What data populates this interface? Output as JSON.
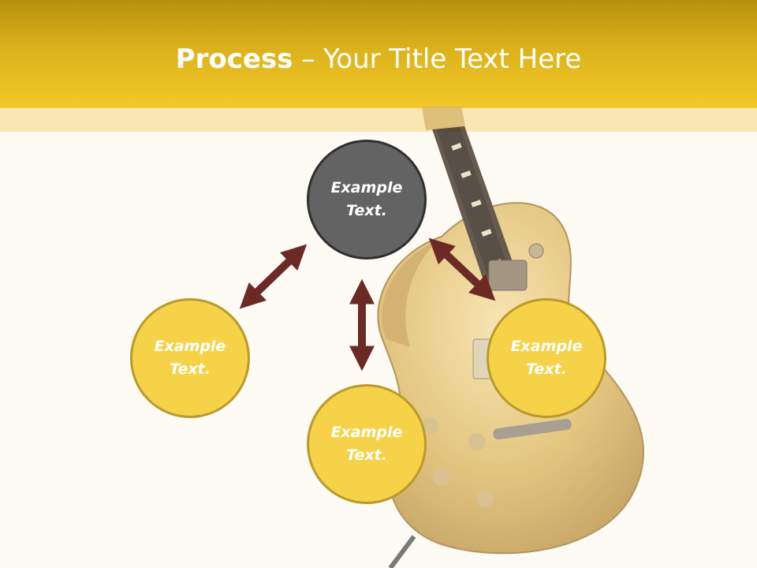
{
  "slide": {
    "title_bold": "Process",
    "title_rest": " – Your Title Text Here"
  },
  "nodes": {
    "top": "Example\nText.",
    "left": "Example\nText.",
    "bottom": "Example\nText.",
    "right": "Example\nText."
  },
  "colors": {
    "header": "#f2c928",
    "band": "#fae6b2",
    "background": "#fdfbf3",
    "node_dark": "#636363",
    "node_yellow": "#f6d248",
    "arrow": "#6b2a26"
  },
  "icons": {
    "background_image": "electric-guitar-illustration",
    "connector": "double-headed-arrow"
  }
}
